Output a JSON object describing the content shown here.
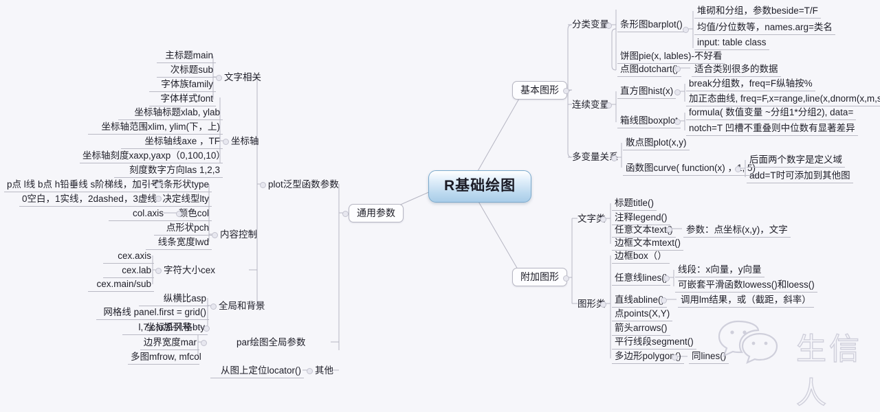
{
  "root": {
    "label": "R基础绘图",
    "accent": "#a9cde8"
  },
  "background_color": "#f6f6fa",
  "branches": {
    "basic_graphics": {
      "label": "基本图形",
      "groups": [
        {
          "label": "分类变量",
          "items": [
            {
              "label": "条形图barplot()",
              "details": [
                "堆砌和分组，参数beside=T/F",
                "均值/分位数等，names.arg=类名",
                "input: table class"
              ]
            },
            {
              "label": "饼图pie(x, lables)-不好看",
              "details": []
            },
            {
              "label": "点图dotchart()",
              "details": [
                "适合类别很多的数据"
              ]
            }
          ]
        },
        {
          "label": "连续变量",
          "items": [
            {
              "label": "直方图hist(x)",
              "details": [
                "break分组数，freq=F纵轴按%",
                "加正态曲线, freq=F,x=range,line(x,dnorm(x,m,sd))"
              ]
            },
            {
              "label": "箱线图boxplot",
              "details": [
                "formula( 数值变量 ~分组1*分组2), data=",
                "notch=T 凹槽不重叠则中位数有显著差异"
              ]
            }
          ]
        },
        {
          "label": "多变量关系",
          "items": [
            {
              "label": "散点图plot(x,y)",
              "details": []
            },
            {
              "label": "函数图curve( function(x) ，1, 5)",
              "details": [
                "后面两个数字是定义域",
                "add=T时可添加到其他图"
              ]
            }
          ]
        }
      ]
    },
    "extra_graphics": {
      "label": "附加图形",
      "groups": [
        {
          "label": "文字类",
          "items": [
            {
              "label": "标题title()",
              "details": []
            },
            {
              "label": "注释legend()",
              "details": []
            },
            {
              "label": "任意文本text()",
              "details": [
                "参数：点坐标(x,y)，文字"
              ]
            },
            {
              "label": "边框文本mtext()",
              "details": []
            }
          ]
        },
        {
          "label": "图形类",
          "items": [
            {
              "label": "边框box（）",
              "details": []
            },
            {
              "label": "任意线lines()",
              "details": [
                "线段：x向量，y向量",
                "可嵌套平滑函数lowess()和loess()"
              ]
            },
            {
              "label": "直线abline()",
              "details": [
                "调用lm结果，或（截距，斜率）"
              ]
            },
            {
              "label": "点points(X,Y)",
              "details": []
            },
            {
              "label": "箭头arrows()",
              "details": []
            },
            {
              "label": "平行线段segment()",
              "details": []
            },
            {
              "label": "多边形polygon()",
              "details": [
                "同lines()"
              ]
            }
          ]
        }
      ]
    },
    "common_params": {
      "label": "通用参数",
      "groups": [
        {
          "label": "plot泛型函数参数",
          "subgroups": [
            {
              "label": "文字相关",
              "items": [
                {
                  "label": "主标题main"
                },
                {
                  "label": "次标题sub"
                },
                {
                  "label": "字体族family"
                },
                {
                  "label": "字体样式font"
                }
              ]
            },
            {
              "label": "坐标轴",
              "items": [
                {
                  "label": "坐标轴标题xlab, ylab"
                },
                {
                  "label": "坐标轴范围xlim, ylim(下，上)"
                },
                {
                  "label": "坐标轴线axe ，TF"
                },
                {
                  "label": "坐标轴刻度xaxp,yaxp（0,100,10）"
                },
                {
                  "label": "刻度数字方向las 1,2,3"
                }
              ]
            },
            {
              "label": "内容控制",
              "items": [
                {
                  "label": "线条形状type",
                  "detail": "p点 l线 b点 h铅垂线 s阶梯线，加引号"
                },
                {
                  "label": "决定线型lty",
                  "detail": "0空白，1实线，2dashed，3虚线"
                },
                {
                  "label": "颜色col",
                  "detail": "col.axis"
                },
                {
                  "label": "点形状pch"
                },
                {
                  "label": "线条宽度lwd"
                }
              ]
            },
            {
              "label": "字符大小cex",
              "items": [
                {
                  "label": "cex.axis"
                },
                {
                  "label": "cex.lab"
                },
                {
                  "label": "cex.main/sub"
                }
              ]
            },
            {
              "label": "全局和背景",
              "items": [
                {
                  "label": "纵横比asp"
                },
                {
                  "label": "网格线 panel.first = grid()"
                },
                {
                  "label": "坐标系风格bty",
                  "detail": "l,7,c,u加引号"
                }
              ]
            }
          ]
        },
        {
          "label": "par绘图全局参数",
          "items": [
            {
              "label": "边界宽度mar"
            },
            {
              "label": "多图mfrow, mfcol"
            }
          ]
        },
        {
          "label": "其他",
          "items": [
            {
              "label": "从图上定位locator()"
            }
          ]
        }
      ]
    }
  },
  "watermark": {
    "text": "生信人",
    "icon": "wechat-icon"
  }
}
